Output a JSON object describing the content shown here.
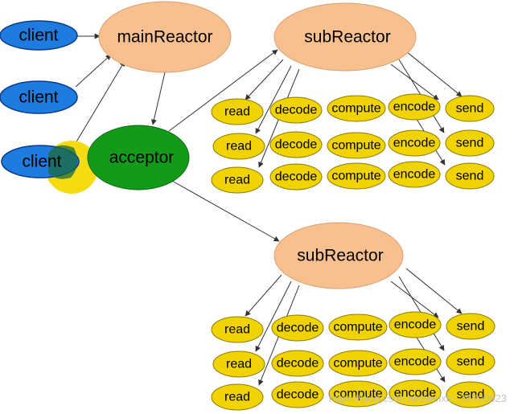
{
  "diagram": {
    "client_label": "client",
    "main_reactor_label": "mainReactor",
    "acceptor_label": "acceptor",
    "sub_reactor_label": "subReactor",
    "worker_labels": {
      "read": "read",
      "decode": "decode",
      "compute": "compute",
      "encode": "encode",
      "send": "send"
    },
    "watermark": "https://blog.csdn.net/weixin_36700623",
    "colors": {
      "client": "#1e7ce0",
      "reactor": "#f8c08e",
      "acceptor": "#129a18",
      "worker": "#f0d300",
      "highlight": "#f4dc10"
    }
  }
}
